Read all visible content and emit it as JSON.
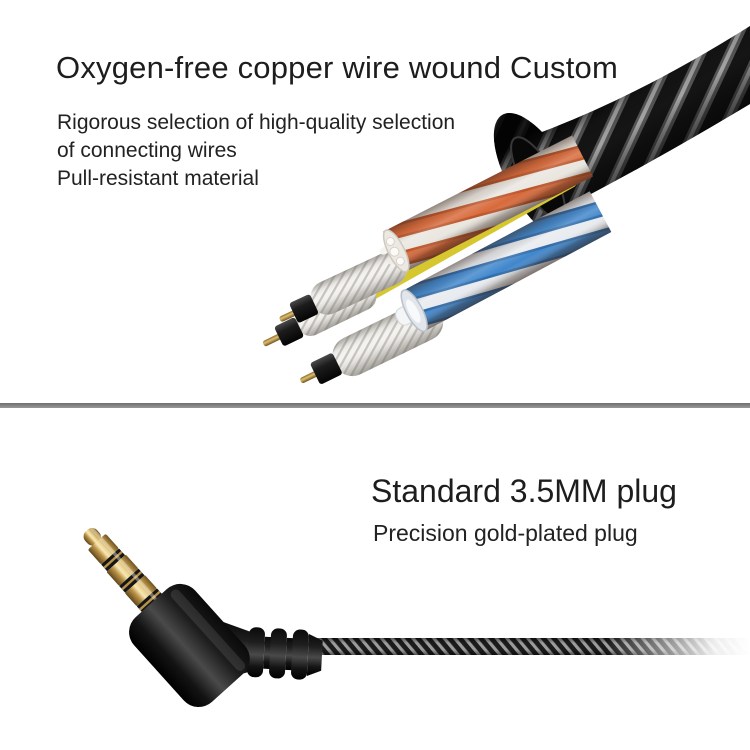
{
  "page": {
    "background": "#ffffff",
    "divider_color": "#7d7d7d"
  },
  "sections": {
    "cable": {
      "title": "Oxygen-free copper wire wound Custom",
      "subtitle_lines": [
        "Rigorous selection of high-quality selection",
        "of connecting wires",
        "Pull-resistant material"
      ],
      "illustration": "stripped-cable-photo",
      "colors": {
        "jacket_black": "#141414",
        "wire_orange": "#d8693a",
        "wire_blue": "#3f86cc",
        "wire_yellow": "#d6c72e",
        "braid_white": "#f3f2ef",
        "pin_gold": "#c9a35a"
      }
    },
    "plug": {
      "title": "Standard 3.5MM plug",
      "subtitle": "Precision gold-plated plug",
      "illustration": "gold-plated-3.5mm-plug-photo",
      "colors": {
        "plug_gold": "#d9b968",
        "body_black": "#1a1a1a",
        "cable_gray": "#555555"
      }
    }
  }
}
